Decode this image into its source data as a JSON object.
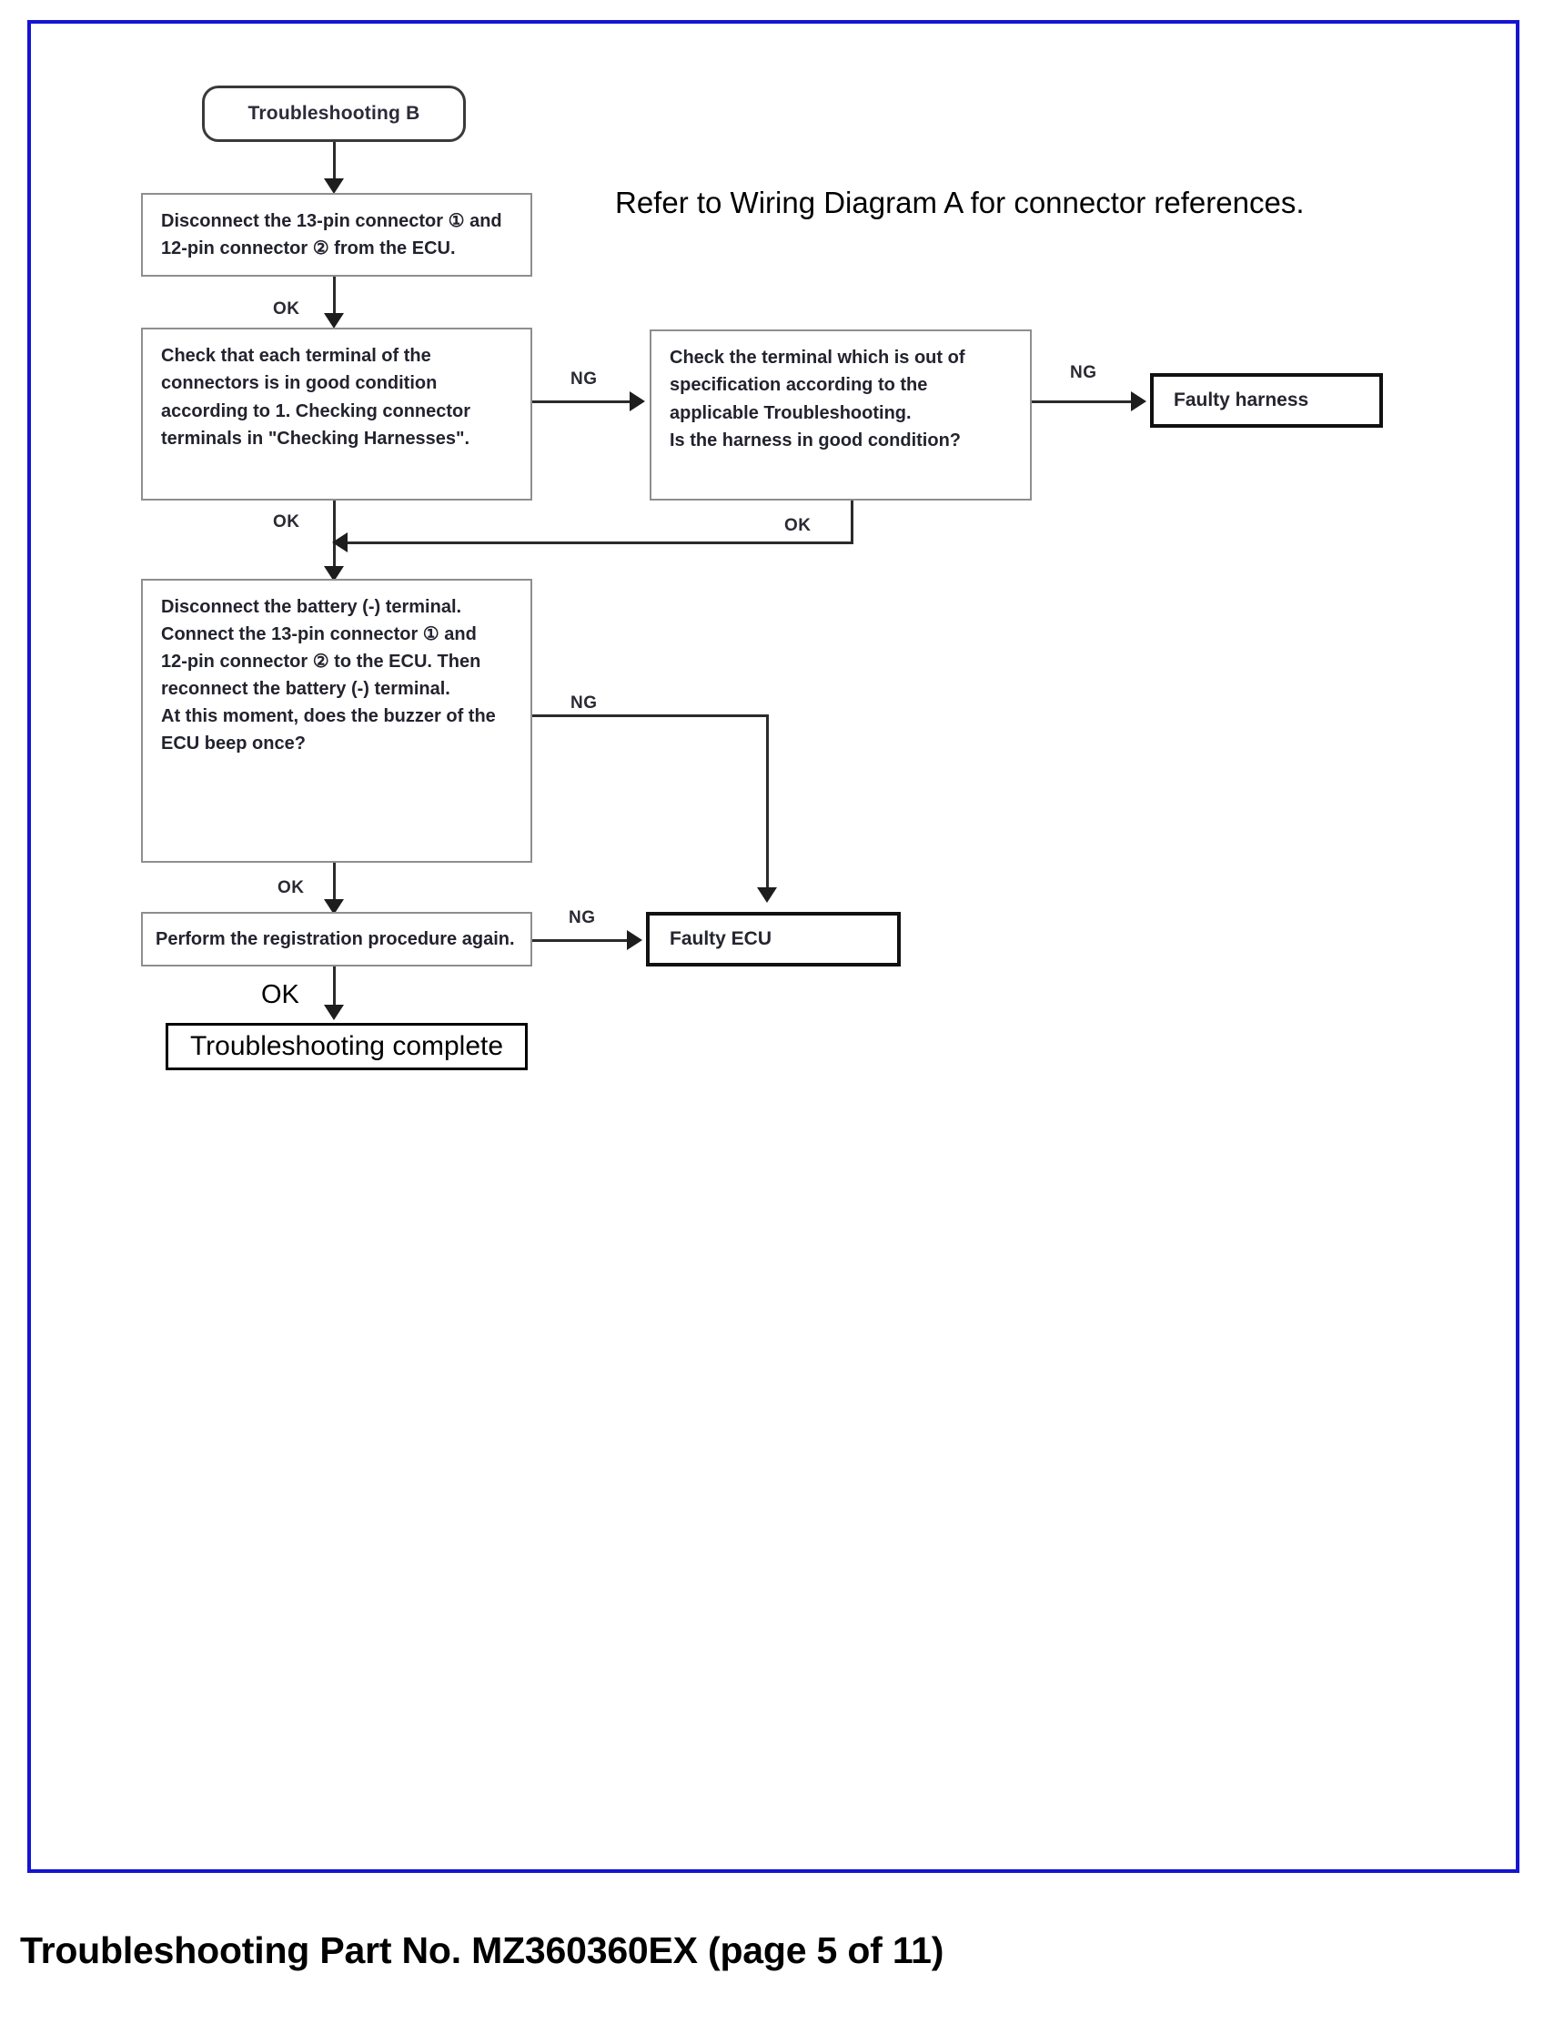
{
  "document": {
    "footer_caption": "Troubleshooting Part No. MZ360360EX (page 5 of 11)",
    "border_color": "#1414d2"
  },
  "diagram": {
    "note": "Refer to Wiring Diagram A for connector references.",
    "nodes": {
      "start": "Troubleshooting B",
      "disconnect_connectors": {
        "line1": "Disconnect the 13-pin connector ① and",
        "line2": "12-pin connector ② from the ECU."
      },
      "check_terminals": {
        "line1": "Check that each terminal of the",
        "line2": "connectors is in good condition",
        "line3": "according to 1. Checking connector",
        "line4": "terminals in \"Checking Harnesses\"."
      },
      "check_out_of_spec": {
        "line1": "Check the terminal which is out of",
        "line2": "specification according to the",
        "line3": "applicable Troubleshooting.",
        "line4": "Is the harness in good condition?"
      },
      "faulty_harness": "Faulty harness",
      "battery_reconnect": {
        "line1": "Disconnect  the  battery  (-)  terminal.",
        "line2": "Connect  the  13-pin  connector ① and",
        "line3": "12-pin  connector ② to the  ECU.  Then",
        "line4": "reconnect the battery (-) terminal.",
        "line5": "At this moment, does the buzzer of the",
        "line6": "ECU beep once?"
      },
      "registration_again": "Perform the registration procedure again.",
      "faulty_ecu": "Faulty ECU",
      "complete": "Troubleshooting complete"
    },
    "edge_labels": {
      "ok_1": "OK",
      "ok_2": "OK",
      "ok_3": "OK",
      "ok_4": "OK",
      "ok_5": "OK",
      "ng_1": "NG",
      "ng_2": "NG",
      "ng_3": "NG",
      "ng_4": "NG"
    }
  }
}
